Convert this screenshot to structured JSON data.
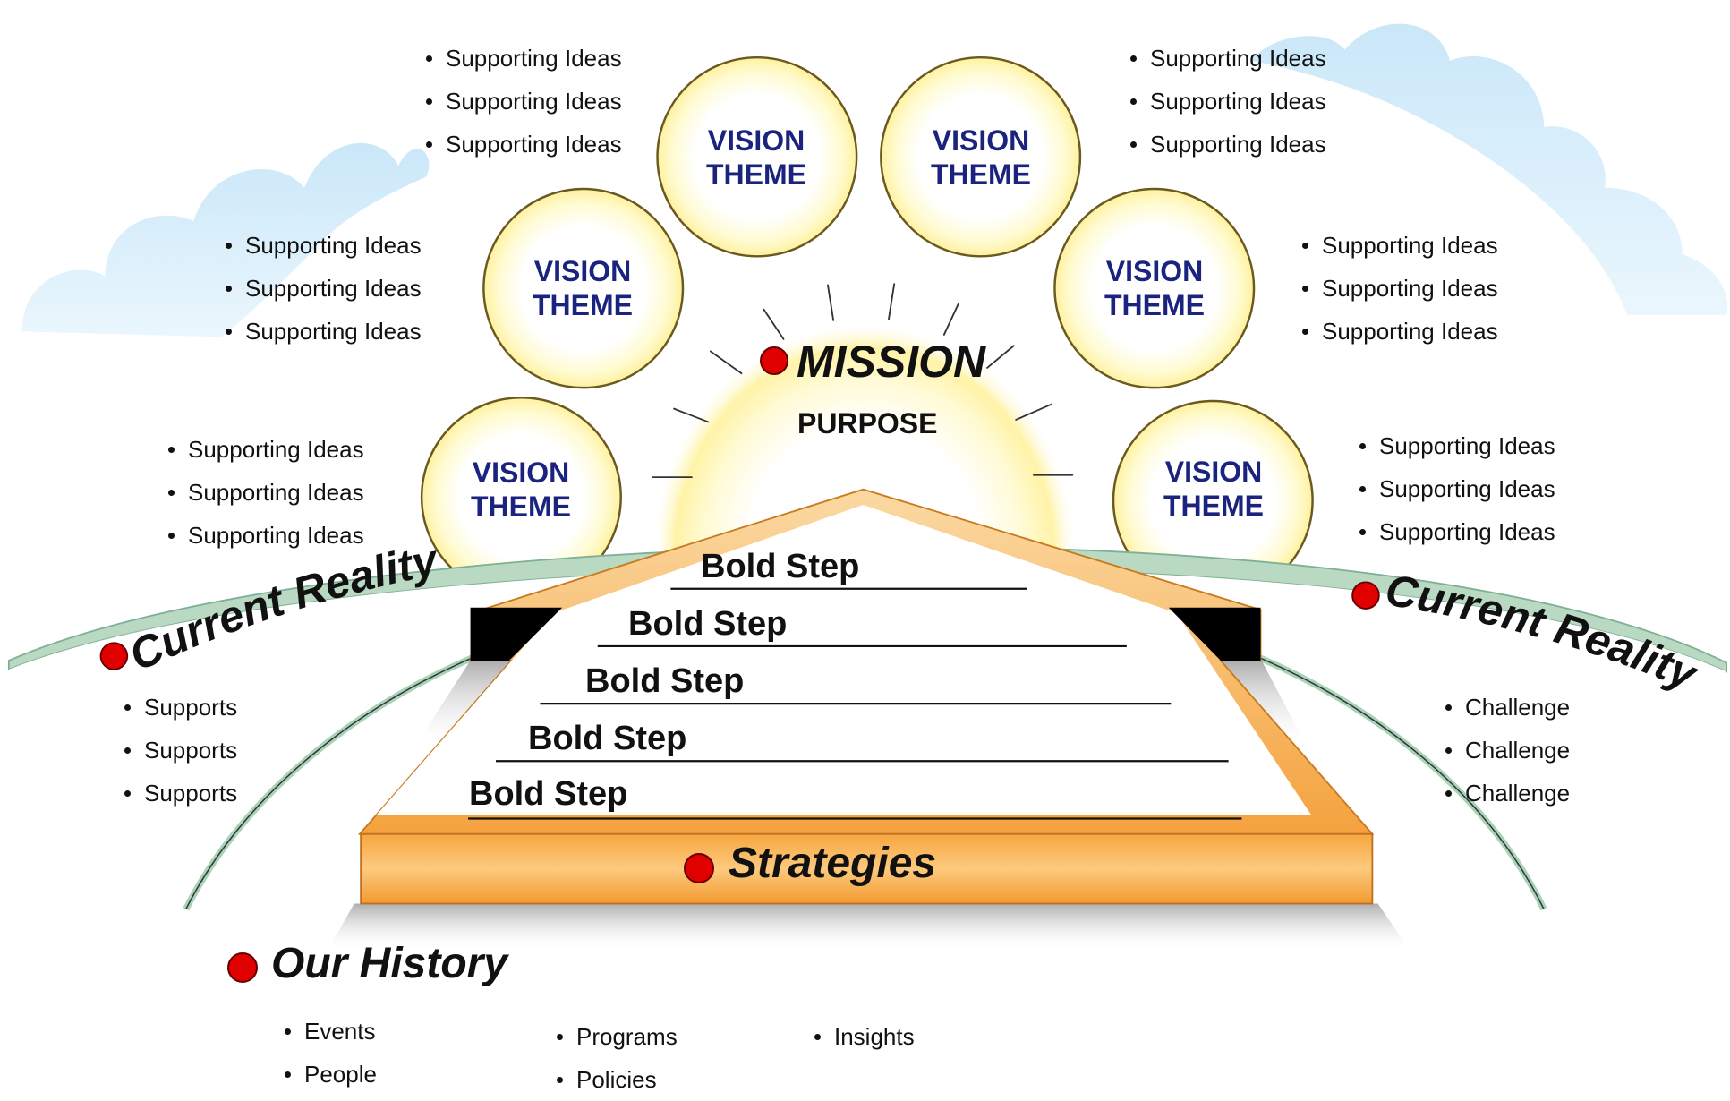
{
  "mission": {
    "title": "MISSION",
    "subtitle": "PURPOSE"
  },
  "vision_themes": [
    {
      "line1": "VISION",
      "line2": "THEME"
    },
    {
      "line1": "VISION",
      "line2": "THEME"
    },
    {
      "line1": "VISION",
      "line2": "THEME"
    },
    {
      "line1": "VISION",
      "line2": "THEME"
    },
    {
      "line1": "VISION",
      "line2": "THEME"
    },
    {
      "line1": "VISION",
      "line2": "THEME"
    }
  ],
  "supporting_ideas": [
    [
      "Supporting Ideas",
      "Supporting Ideas",
      "Supporting Ideas"
    ],
    [
      "Supporting Ideas",
      "Supporting Ideas",
      "Supporting Ideas"
    ],
    [
      "Supporting Ideas",
      "Supporting Ideas",
      "Supporting Ideas"
    ],
    [
      "Supporting Ideas",
      "Supporting Ideas",
      "Supporting Ideas"
    ],
    [
      "Supporting Ideas",
      "Supporting Ideas",
      "Supporting Ideas"
    ],
    [
      "Supporting Ideas",
      "Supporting Ideas",
      "Supporting Ideas"
    ]
  ],
  "current_reality": {
    "left_title": "Current Reality",
    "right_title": "Current Reality",
    "supports": [
      "Supports",
      "Supports",
      "Supports"
    ],
    "challenges": [
      "Challenge",
      "Challenge",
      "Challenge"
    ]
  },
  "bold_steps": [
    "Bold Step",
    "Bold Step",
    "Bold Step",
    "Bold Step",
    "Bold Step"
  ],
  "strategies": {
    "title": "Strategies"
  },
  "history": {
    "title": "Our History",
    "col1": [
      "Events",
      "People"
    ],
    "col2": [
      "Programs",
      "Policies"
    ],
    "col3": [
      "Insights"
    ]
  },
  "colors": {
    "vision_text": "#1a237e",
    "accent_dot": "#e00000",
    "house_orange": "#f5a742",
    "horizon_green": "#b9d9c3",
    "cloud_blue": "#bfe3f7",
    "sun_glow": "#fff6b0"
  }
}
